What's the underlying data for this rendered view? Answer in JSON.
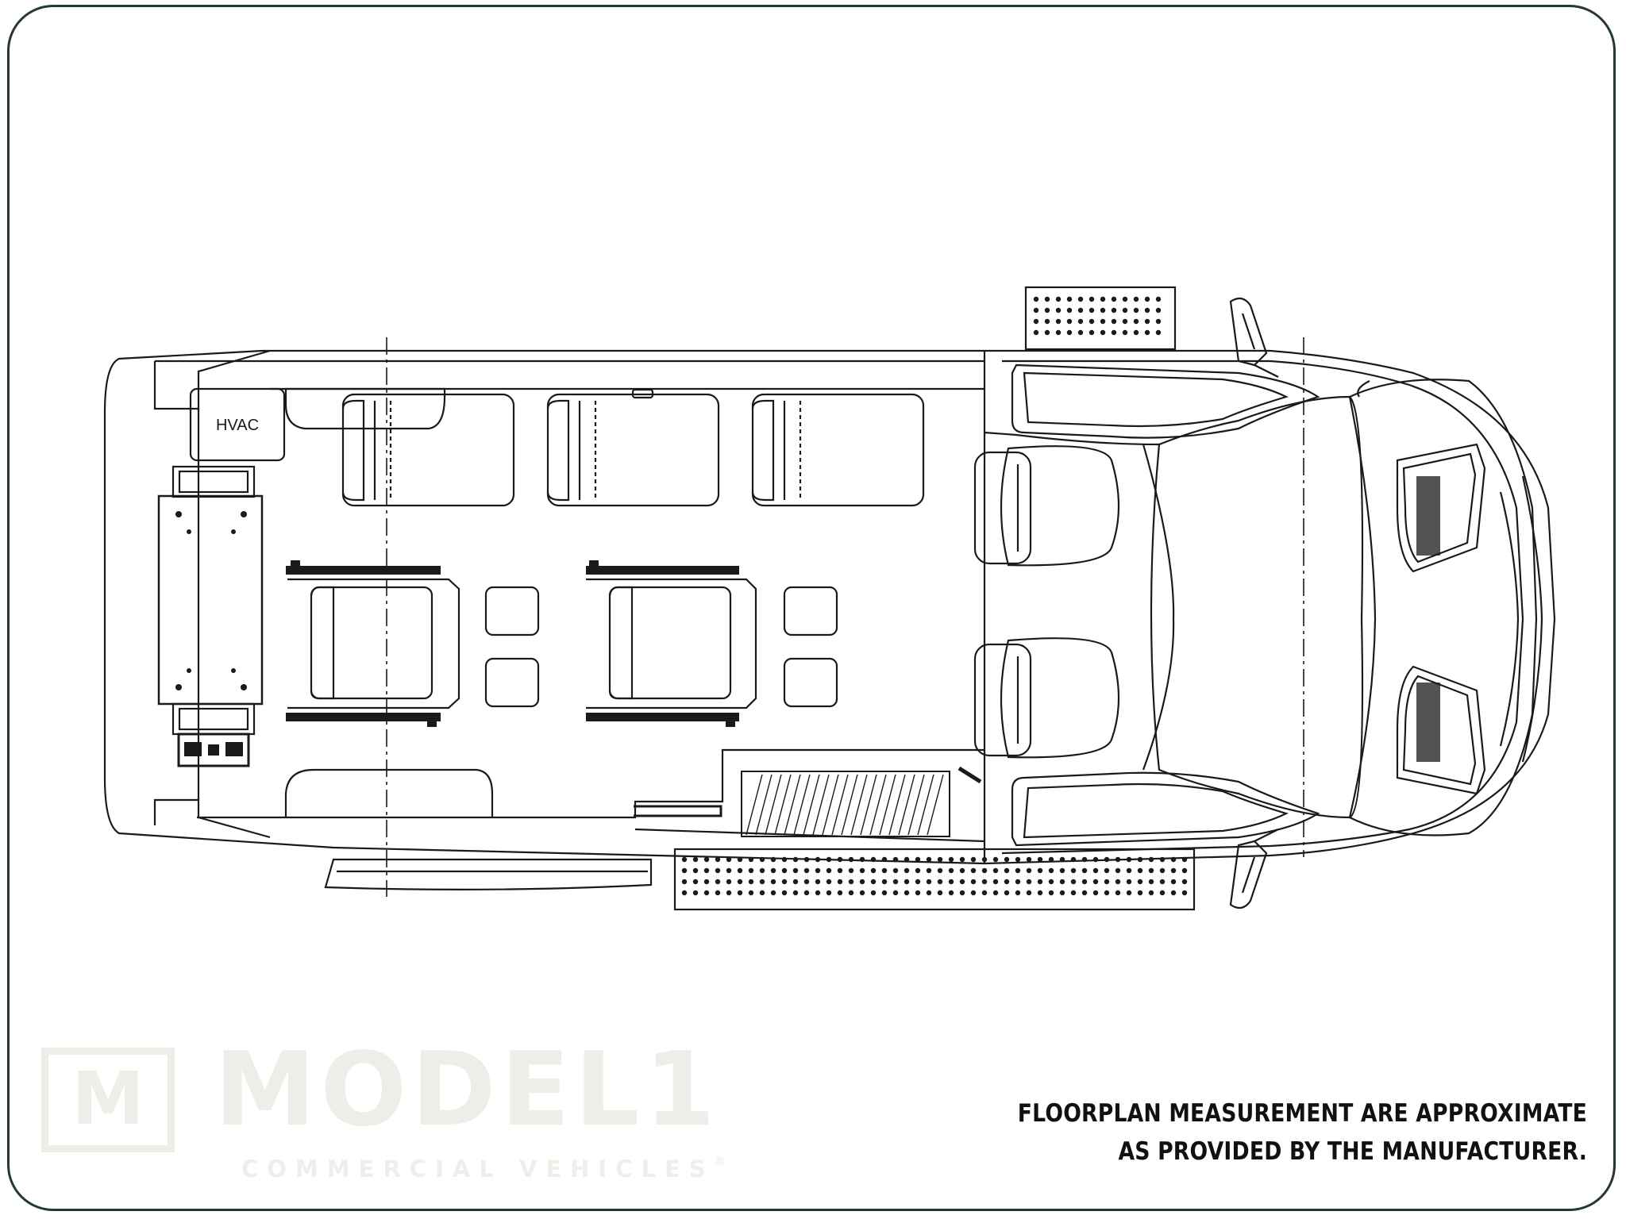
{
  "diagram": {
    "hvac_label": "HVAC"
  },
  "logo": {
    "mark": "M",
    "name": "MODEL1",
    "subtitle": "COMMERCIAL VEHICLES",
    "registered": "®"
  },
  "disclaimer": {
    "line1": "FLOORPLAN MEASUREMENT ARE APPROXIMATE",
    "line2": "AS PROVIDED BY THE MANUFACTURER."
  },
  "colors": {
    "frame": "#243a2c",
    "line": "#1a1a1a",
    "watermark": "#eeeee8"
  }
}
